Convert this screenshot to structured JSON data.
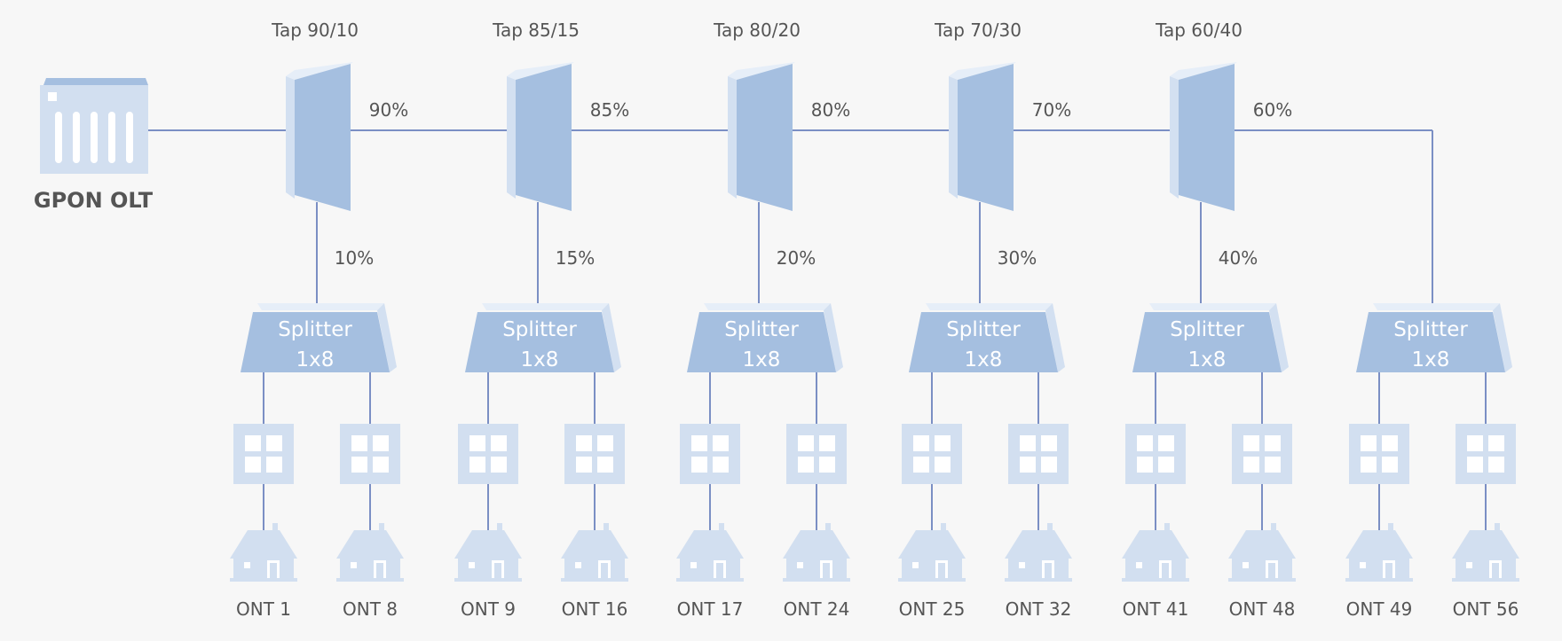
{
  "colors": {
    "background": "#f7f7f7",
    "line": "#7b8fc4",
    "device": "#a5bfe0",
    "device_shade": "#d3e0f1",
    "device_light": "#e6eef8",
    "icon": "#d2dff0",
    "text": "#555555",
    "splitter_text": "#ffffff"
  },
  "olt": {
    "label": "GPON OLT",
    "icon": "olt-chassis-icon"
  },
  "taps": [
    {
      "label": "Tap 90/10",
      "through": "90%",
      "drop": "10%"
    },
    {
      "label": "Tap 85/15",
      "through": "85%",
      "drop": "15%"
    },
    {
      "label": "Tap 80/20",
      "through": "80%",
      "drop": "20%"
    },
    {
      "label": "Tap 70/30",
      "through": "70%",
      "drop": "30%"
    },
    {
      "label": "Tap 60/40",
      "through": "60%",
      "drop": "40%"
    }
  ],
  "splitters": [
    {
      "line1": "Splitter",
      "line2": "1x8",
      "onts": [
        "ONT 1",
        "ONT 8"
      ]
    },
    {
      "line1": "Splitter",
      "line2": "1x8",
      "onts": [
        "ONT 9",
        "ONT 16"
      ]
    },
    {
      "line1": "Splitter",
      "line2": "1x8",
      "onts": [
        "ONT 17",
        "ONT 24"
      ]
    },
    {
      "line1": "Splitter",
      "line2": "1x8",
      "onts": [
        "ONT 25",
        "ONT 32"
      ]
    },
    {
      "line1": "Splitter",
      "line2": "1x8",
      "onts": [
        "ONT 41",
        "ONT 48"
      ]
    },
    {
      "line1": "Splitter",
      "line2": "1x8",
      "onts": [
        "ONT 49",
        "ONT 56"
      ]
    }
  ],
  "icons": {
    "ont": "ont-window-icon",
    "home": "house-icon"
  }
}
